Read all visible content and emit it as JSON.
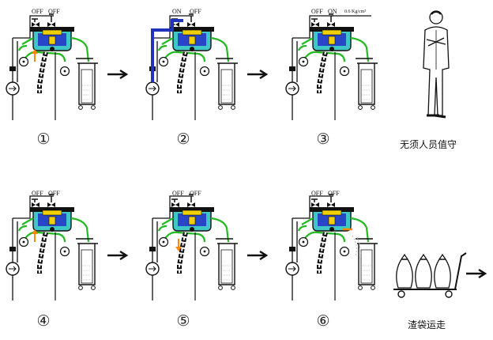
{
  "panels": [
    {
      "id": "p1",
      "step": "①",
      "valve_left": "OFF",
      "valve_right": "OFF",
      "feed": "off",
      "pressure_text": "",
      "arrow": "up",
      "outlet": "off"
    },
    {
      "id": "p2",
      "step": "②",
      "valve_left": "ON",
      "valve_right": "OFF",
      "feed": "on",
      "pressure_text": "",
      "arrow": "none",
      "outlet": "off"
    },
    {
      "id": "p3",
      "step": "③",
      "valve_left": "OFF",
      "valve_right": "ON",
      "feed": "off",
      "pressure_text": "0.6 Kg/cm²",
      "arrow": "none",
      "outlet": "off"
    },
    {
      "id": "p4",
      "step": "④",
      "valve_left": "OFF",
      "valve_right": "OFF",
      "feed": "off",
      "pressure_text": "",
      "arrow": "up",
      "outlet": "off"
    },
    {
      "id": "p5",
      "step": "⑤",
      "valve_left": "OFF",
      "valve_right": "OFF",
      "feed": "off",
      "pressure_text": "",
      "arrow": "down",
      "outlet": "off"
    },
    {
      "id": "p6",
      "step": "⑥",
      "valve_left": "OFF",
      "valve_right": "OFF",
      "feed": "off",
      "pressure_text": "",
      "arrow": "none",
      "outlet": "on"
    }
  ],
  "captions": {
    "unattended": "无须人员值守",
    "cake_bags": "渣袋运走"
  },
  "colors": {
    "line": "#111111",
    "green": "#22bb22",
    "blue": "#2233bb",
    "yellow": "#f2d000",
    "orange": "#ff8800",
    "cyan": "#33cccc"
  },
  "icons": {
    "flow_arrow": "right-arrow-icon",
    "worker": "standing-man-icon",
    "cart": "bag-cart-icon"
  }
}
